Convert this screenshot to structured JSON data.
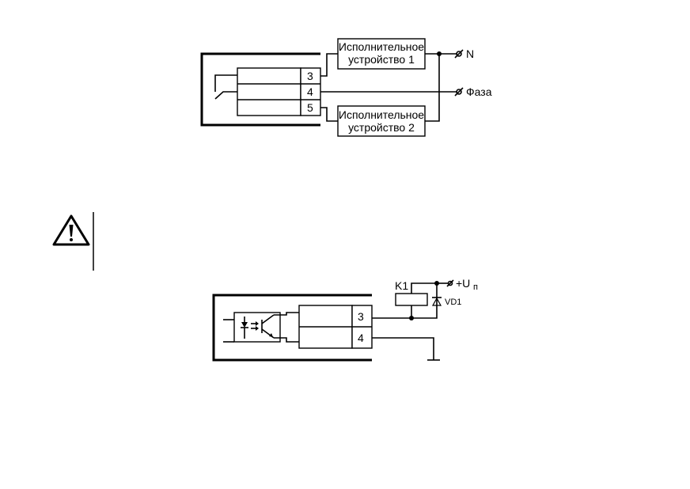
{
  "diagram1": {
    "device1_line1": "Исполнительное",
    "device1_line2": "устройство 1",
    "device2_line1": "Исполнительное",
    "device2_line2": "устройство 2",
    "terminals": [
      "3",
      "4",
      "5"
    ],
    "n_label": "N",
    "phase_label": "Фаза"
  },
  "diagram2": {
    "terminals": [
      "3",
      "4"
    ],
    "relay_label": "K1",
    "diode_label": "VD1",
    "supply_label": "+U",
    "supply_sub": "п"
  },
  "warning": {
    "icon": "warning-triangle-icon"
  }
}
